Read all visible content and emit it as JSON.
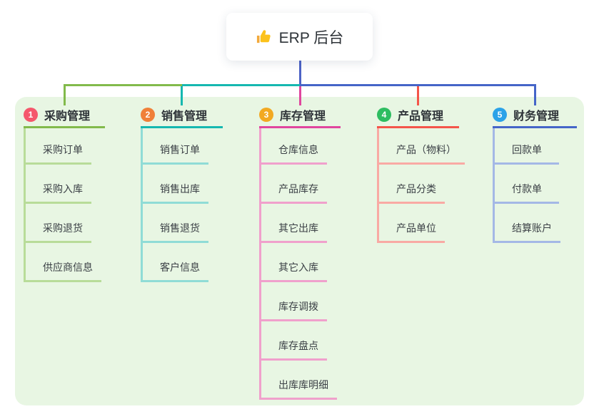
{
  "root": {
    "label": "ERP 后台",
    "icon": "thumbs-up-icon"
  },
  "branches": [
    {
      "badge": "1",
      "label": "采购管理",
      "line_color": "#82ba4b",
      "line_light": "#b8dc99",
      "badge_color": "#f5576c",
      "children": [
        "采购订单",
        "采购入库",
        "采购退货",
        "供应商信息"
      ]
    },
    {
      "badge": "2",
      "label": "销售管理",
      "line_color": "#16b8b0",
      "line_light": "#90dcd6",
      "badge_color": "#f08039",
      "children": [
        "销售订单",
        "销售出库",
        "销售退货",
        "客户信息"
      ]
    },
    {
      "badge": "3",
      "label": "库存管理",
      "line_color": "#e0469e",
      "line_light": "#f0a0cc",
      "badge_color": "#f2a922",
      "children": [
        "仓库信息",
        "产品库存",
        "其它出库",
        "其它入库",
        "库存调拨",
        "库存盘点",
        "出库库明细"
      ]
    },
    {
      "badge": "4",
      "label": "产品管理",
      "line_color": "#f4554a",
      "line_light": "#f9aaa4",
      "badge_color": "#2ebd61",
      "children": [
        "产品（物料）",
        "产品分类",
        "产品单位"
      ]
    },
    {
      "badge": "5",
      "label": "财务管理",
      "line_color": "#4565c8",
      "line_light": "#a4b8e6",
      "badge_color": "#2ba2e8",
      "children": [
        "回款单",
        "付款单",
        "结算账户"
      ]
    }
  ],
  "colors": {
    "background": "#ffffff",
    "panel": "#e8f6e3",
    "root_connector": "#4d63c6",
    "card": "#ffffff",
    "text": "#2e3338"
  }
}
